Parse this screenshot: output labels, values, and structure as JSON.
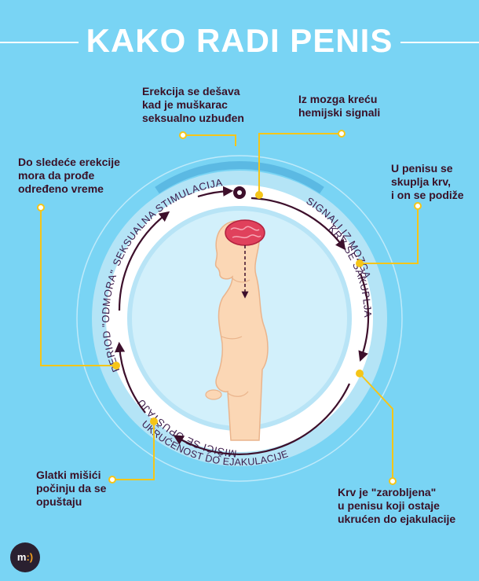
{
  "title": "KAKO RADI PENIS",
  "callouts": {
    "stimulation": "Erekcija se dešava\nkad je muškarac\nseksualno uzbuđen",
    "brain_signals": "Iz mozga kreću\nhemijski signali",
    "fills": "U penisu se\nskuplja krv,\ni on se podiže",
    "trapped": "Krv je \"zarobljena\"\nu penisu koji ostaje\nukrućen do ejakulacije",
    "relax": "Glatki mišići\npočinju da se\nopuštaju",
    "refractory": "Do sledeće erekcije\nmora da prođe\nodređeno vreme"
  },
  "cycle_labels": {
    "stimulation": "SEKSUALNA STIMULACIJA",
    "signals": "SIGNALI IZ MOZGA",
    "blood": "KRV SE SAKUPLJA",
    "rigid": "UKRUĆENOST DO EJAKULACIJE",
    "muscles": "MIŠIĆI SE OPUŠTAJU",
    "period": "PERIOD \"ODMORA\""
  },
  "logo": {
    "letter": "m",
    "smile": ":)"
  },
  "colors": {
    "background": "#79d4f4",
    "accent_yellow": "#f5c518",
    "arrow_maroon": "#3d0f2b",
    "ring_text": "#3a1a4a",
    "brain": "#e0415c",
    "skin": "#fbd7b5"
  }
}
